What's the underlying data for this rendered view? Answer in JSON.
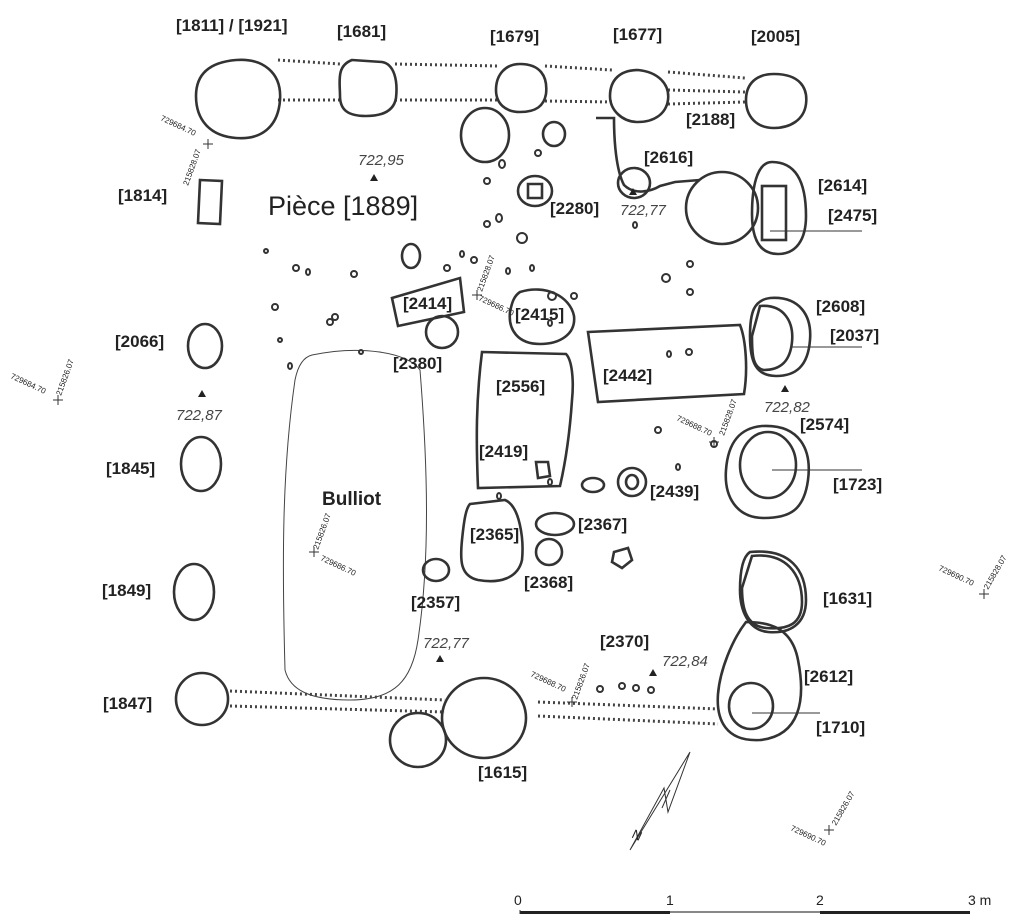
{
  "title": "Pièce [1889]",
  "bulliot": "Bulliot",
  "features": [
    {
      "id": "f1811",
      "text": "[1811] / [1921]"
    },
    {
      "id": "f1681",
      "text": "[1681]"
    },
    {
      "id": "f1679",
      "text": "[1679]"
    },
    {
      "id": "f1677",
      "text": "[1677]"
    },
    {
      "id": "f2005",
      "text": "[2005]"
    },
    {
      "id": "f2188",
      "text": "[2188]"
    },
    {
      "id": "f2616",
      "text": "[2616]"
    },
    {
      "id": "f2614",
      "text": "[2614]"
    },
    {
      "id": "f2475",
      "text": "[2475]"
    },
    {
      "id": "f1814",
      "text": "[1814]"
    },
    {
      "id": "f2280",
      "text": "[2280]"
    },
    {
      "id": "f2414",
      "text": "[2414]"
    },
    {
      "id": "f2415",
      "text": "[2415]"
    },
    {
      "id": "f2608",
      "text": "[2608]"
    },
    {
      "id": "f2037",
      "text": "[2037]"
    },
    {
      "id": "f2066",
      "text": "[2066]"
    },
    {
      "id": "f2380",
      "text": "[2380]"
    },
    {
      "id": "f2442",
      "text": "[2442]"
    },
    {
      "id": "f2556",
      "text": "[2556]"
    },
    {
      "id": "f2574",
      "text": "[2574]"
    },
    {
      "id": "f2419",
      "text": "[2419]"
    },
    {
      "id": "f1723",
      "text": "[1723]"
    },
    {
      "id": "f1845",
      "text": "[1845]"
    },
    {
      "id": "f2439",
      "text": "[2439]"
    },
    {
      "id": "f2365",
      "text": "[2365]"
    },
    {
      "id": "f2367",
      "text": "[2367]"
    },
    {
      "id": "f2368",
      "text": "[2368]"
    },
    {
      "id": "f1849",
      "text": "[1849]"
    },
    {
      "id": "f2357",
      "text": "[2357]"
    },
    {
      "id": "f1631",
      "text": "[1631]"
    },
    {
      "id": "f2370",
      "text": "[2370]"
    },
    {
      "id": "f2612",
      "text": "[2612]"
    },
    {
      "id": "f1847",
      "text": "[1847]"
    },
    {
      "id": "f1710",
      "text": "[1710]"
    },
    {
      "id": "f1615",
      "text": "[1615]"
    }
  ],
  "elevations": [
    {
      "id": "e1",
      "text": "722,95"
    },
    {
      "id": "e2",
      "text": "722,77"
    },
    {
      "id": "e3",
      "text": "722,87"
    },
    {
      "id": "e4",
      "text": "722,82"
    },
    {
      "id": "e5",
      "text": "722,77"
    },
    {
      "id": "e6",
      "text": "722,84"
    }
  ],
  "grid_coordinates": {
    "x_729684": "729684.70",
    "y_215828": "215828.07",
    "y_215826": "215826.07",
    "x_729686": "729686.70",
    "x_729688": "729688.70",
    "x_729690": "729690.70"
  },
  "scale_bar": {
    "ticks": [
      "0",
      "1",
      "2",
      "3 m"
    ]
  },
  "north_arrow": {
    "label": "N"
  }
}
